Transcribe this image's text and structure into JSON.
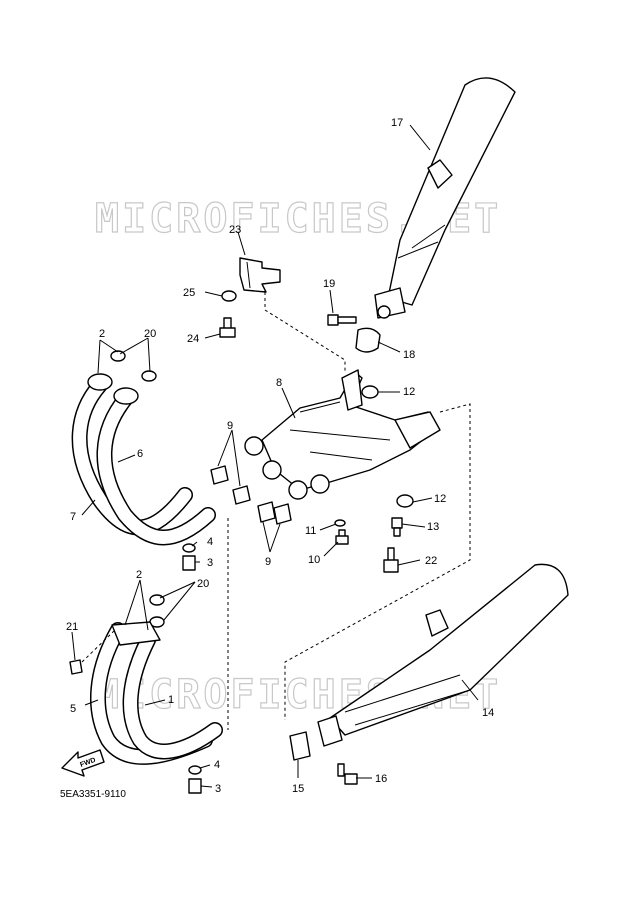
{
  "watermark": "MICROFICHES.NET",
  "diagram_code": "5EA3351-9110",
  "fwd_label": "FWD",
  "callouts": {
    "c17": "17",
    "c23": "23",
    "c25": "25",
    "c19": "19",
    "c24": "24",
    "c18": "18",
    "c2a": "2",
    "c20a": "20",
    "c8": "8",
    "c12a": "12",
    "c6": "6",
    "c9a": "9",
    "c7": "7",
    "c12b": "12",
    "c13": "13",
    "c11": "11",
    "c4a": "4",
    "c10": "10",
    "c9b": "9",
    "c3a": "3",
    "c22": "22",
    "c2b": "2",
    "c20b": "20",
    "c21": "21",
    "c1": "1",
    "c5": "5",
    "c14": "14",
    "c4b": "4",
    "c3b": "3",
    "c15": "15",
    "c16": "16"
  }
}
